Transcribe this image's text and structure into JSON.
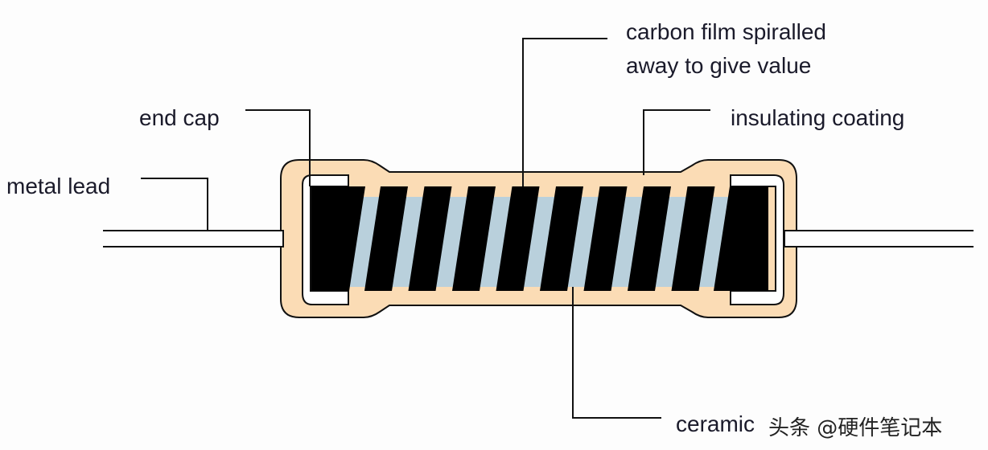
{
  "labels": {
    "carbon_film_line1": "carbon film spiralled",
    "carbon_film_line2": "away to give value",
    "end_cap": "end cap",
    "insulating_coating": "insulating coating",
    "metal_lead": "metal lead",
    "ceramic": "ceramic"
  },
  "watermark": "头条 @硬件笔记本",
  "colors": {
    "coating": "#fbdcb5",
    "core": "#b9d0dc",
    "film": "#000000",
    "line": "#111111"
  },
  "spiral_turns": 8
}
